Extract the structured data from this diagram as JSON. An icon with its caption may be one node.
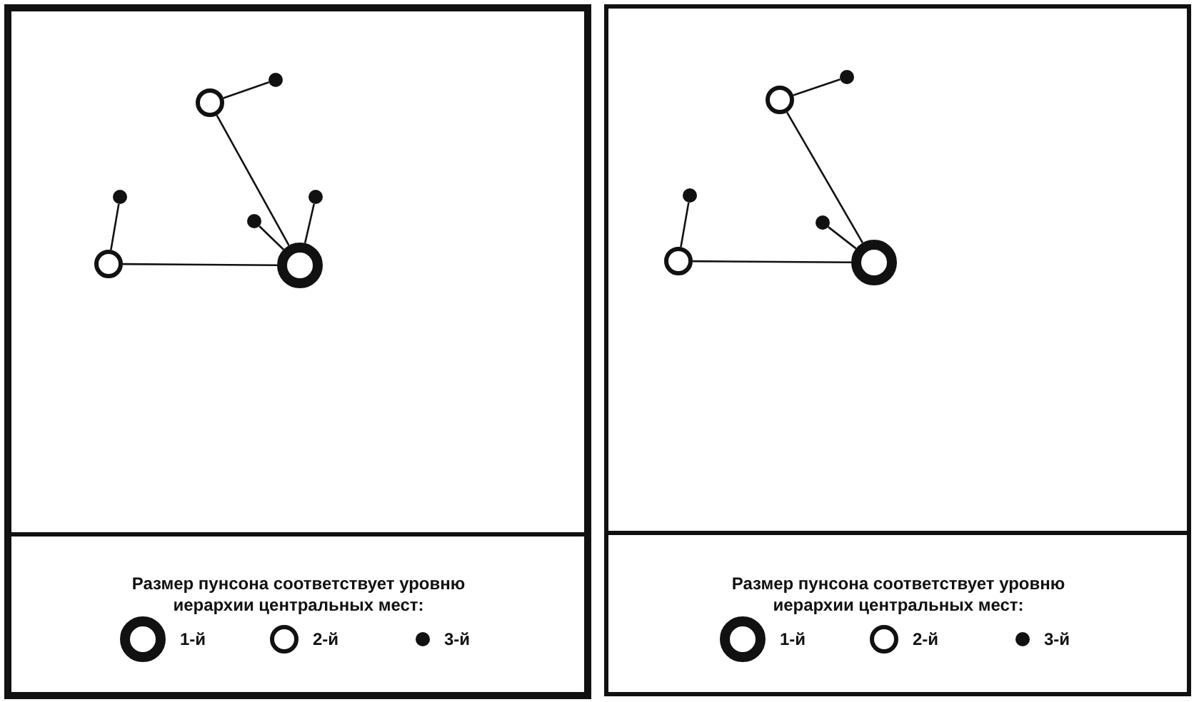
{
  "diagram": {
    "nodes": [
      {
        "text": [],
        "shape": "circle"
      },
      {
        "text": [],
        "shape": "circle"
      },
      {
        "text": [],
        "shape": "circle"
      },
      {
        "text": [],
        "shape": "circle"
      },
      {
        "text": [],
        "shape": "circle"
      },
      {
        "text": [],
        "shape": "circle"
      },
      {
        "text": [],
        "shape": "circle"
      },
      {
        "text": [],
        "shape": "circle"
      },
      {
        "text": [],
        "shape": "circle"
      },
      {
        "text": [],
        "shape": "circle"
      },
      {
        "text": [],
        "shape": "circle"
      },
      {
        "text": [],
        "shape": "circle"
      },
      {
        "text": [],
        "shape": "circle"
      }
    ],
    "edges": [
      {
        "from": 0,
        "to": 1,
        "arrow": "none"
      },
      {
        "from": 0,
        "to": 2,
        "arrow": "none"
      },
      {
        "from": 1,
        "to": 3,
        "arrow": "none"
      },
      {
        "from": 2,
        "to": 4,
        "arrow": "none"
      },
      {
        "from": 0,
        "to": 5,
        "arrow": "none"
      },
      {
        "from": 0,
        "to": 6,
        "arrow": "none"
      },
      {
        "from": 7,
        "to": 8,
        "arrow": "none"
      },
      {
        "from": 7,
        "to": 9,
        "arrow": "none"
      },
      {
        "from": 8,
        "to": 10,
        "arrow": "none"
      },
      {
        "from": 9,
        "to": 11,
        "arrow": "none"
      },
      {
        "from": 7,
        "to": 12,
        "arrow": "none"
      }
    ],
    "labels": [
      "Размер пунсона соответствует уровню иерархии центральных мест:",
      "Размер пунсона соответствует уровню иерархии центральных мест:"
    ],
    "legend": [
      {
        "text": "1-й"
      },
      {
        "text": "2-й"
      },
      {
        "text": "3-й"
      },
      {
        "text": "1-й"
      },
      {
        "text": "2-й"
      },
      {
        "text": "3-й"
      }
    ]
  }
}
